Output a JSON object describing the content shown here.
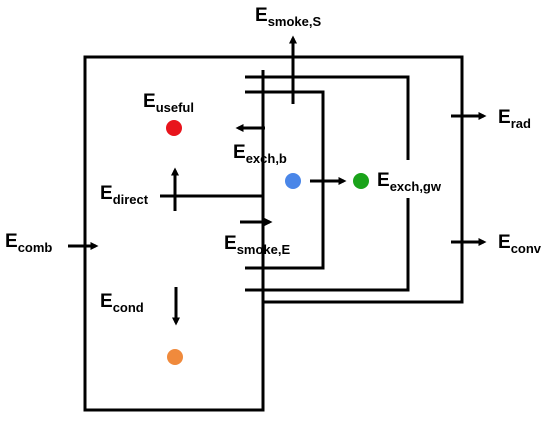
{
  "colors": {
    "line": "#000000",
    "useful": "#e8141c",
    "comb": "#e21fd2",
    "dot_useful": "#e8141c",
    "dot_exch_b": "#4a86e8",
    "dot_exch_gw": "#1aa31a",
    "dot_cond": "#f08a3c"
  },
  "labels": {
    "smoke_s": {
      "base": "E",
      "sub": "smoke,S"
    },
    "useful": {
      "base": "E",
      "sub": "useful"
    },
    "exch_b": {
      "base": "E",
      "sub": "exch,b"
    },
    "direct": {
      "base": "E",
      "sub": "direct"
    },
    "exch_gw": {
      "base": "E",
      "sub": "exch,gw"
    },
    "comb": {
      "base": "E",
      "sub": "comb"
    },
    "smoke_e": {
      "base": "E",
      "sub": "smoke,E"
    },
    "cond": {
      "base": "E",
      "sub": "cond"
    },
    "rad": {
      "base": "E",
      "sub": "rad"
    },
    "conv": {
      "base": "E",
      "sub": "conv"
    }
  }
}
